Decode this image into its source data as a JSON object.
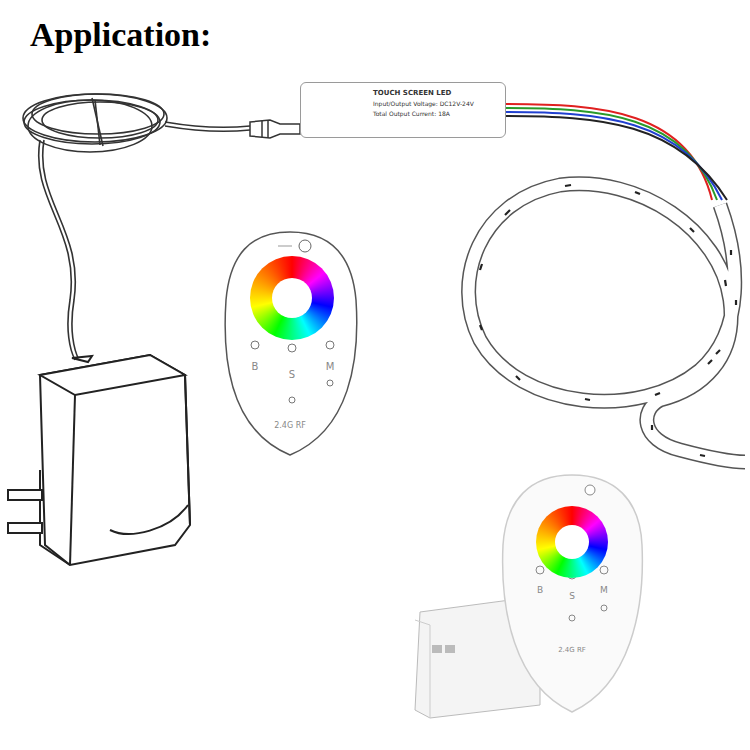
{
  "diagram": {
    "title": "Application:",
    "nodes": [
      {
        "text": [
          "TOUCH SCREEN LED",
          "Input/Output Voltage: DC12V-24V",
          "Total Output Current: 18A"
        ]
      }
    ],
    "labels": [
      "B",
      "S",
      "M",
      "2.4G RF",
      "B",
      "S",
      "M",
      "2.4G RF"
    ]
  }
}
